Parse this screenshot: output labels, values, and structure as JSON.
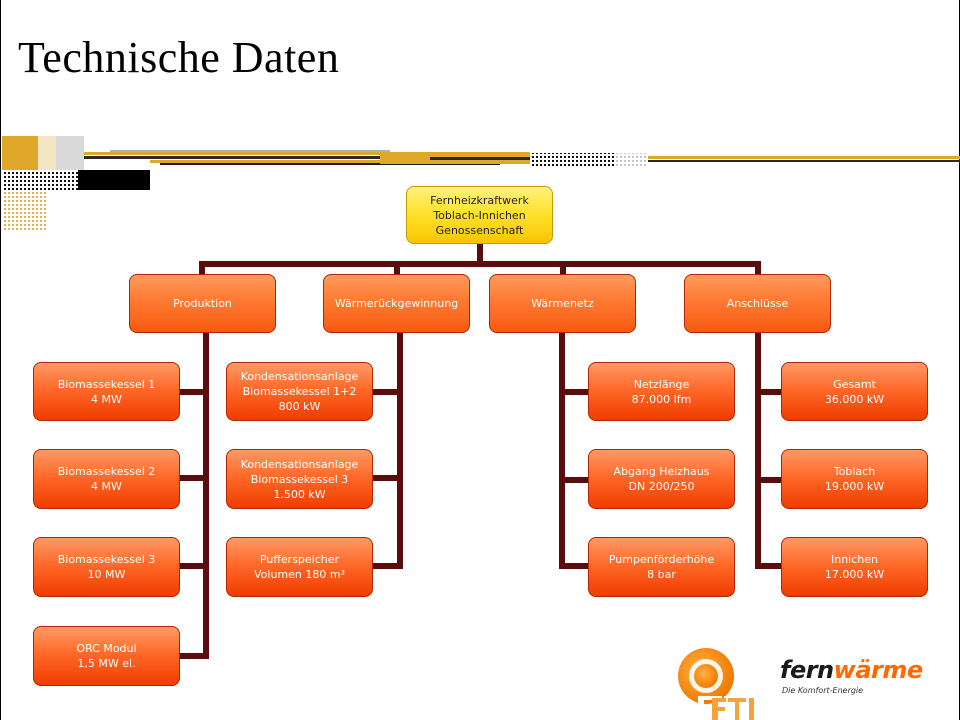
{
  "slide": {
    "title": "Technische Daten"
  },
  "org_chart": {
    "root": "Fernheizkraftwerk\nToblach-Innichen\nGenossenschaft",
    "categories": [
      {
        "label": "Produktion",
        "children": [
          "Biomassekessel 1\n4 MW",
          "Biomassekessel 2\n4 MW",
          "Biomassekessel 3\n10 MW",
          "ORC Modul\n1,5 MW el."
        ]
      },
      {
        "label": "Wärmerückgewinnung",
        "children": [
          "Kondensationsanlage\nBiomassekessel 1+2\n800 kW",
          "Kondensationsanlage\nBiomassekessel 3\n1.500 kW",
          "Pufferspeicher\nVolumen 180 m³"
        ]
      },
      {
        "label": "Wärmenetz",
        "children": [
          "Netzlänge\n87.000 lfm",
          "Abgang Heizhaus\nDN 200/250",
          "Pumpenförderhöhe\n8 bar"
        ]
      },
      {
        "label": "Anschlüsse",
        "children": [
          "Gesamt\n36.000 kW",
          "Toblach\n19.000 kW",
          "Innichen\n17.000 kW"
        ]
      }
    ]
  },
  "logos": {
    "fti": {
      "text": "FTI"
    },
    "fernwaerme": {
      "word_a": "fern",
      "word_b": "wärme",
      "tagline": "Die Komfort-Energie"
    }
  },
  "colors": {
    "connector": "#5a0d0d",
    "node_orange": "#ff6a2a",
    "root_yellow": "#ffe12a",
    "accent_gold": "#e0a82a"
  }
}
